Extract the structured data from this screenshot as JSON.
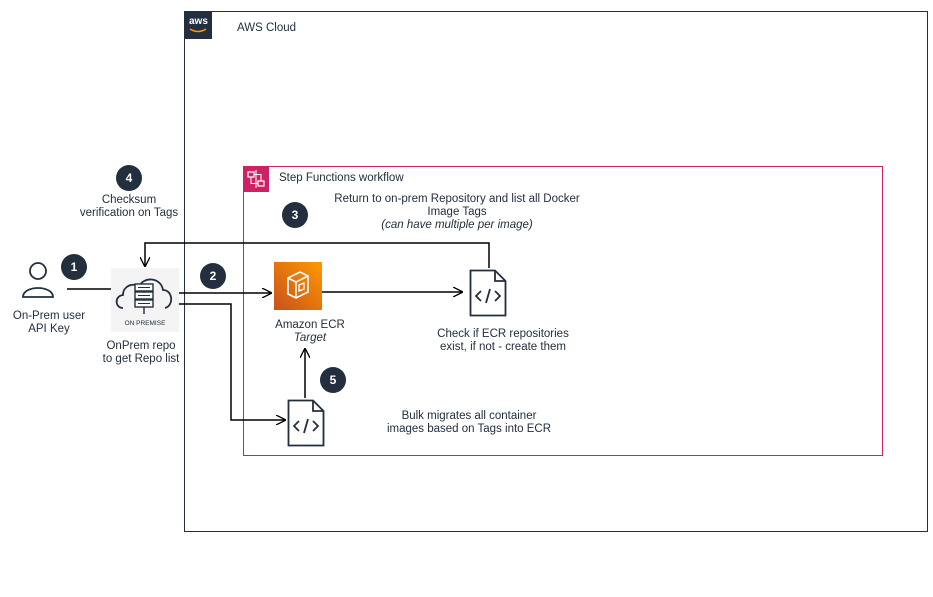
{
  "colors": {
    "aws_dark": "#232f3e",
    "step_functions": "#cd2264",
    "ecr_orange_dark": "#c8511b",
    "ecr_orange_light": "#ff9900"
  },
  "icons": {
    "aws_logo": "aws-logo-icon",
    "step_functions": "step-functions-icon",
    "user": "user-icon",
    "on_premise": "on-premise-server-icon",
    "ecr": "amazon-ecr-icon",
    "code_doc": "code-document-icon"
  },
  "aws_cloud": {
    "logo_text": "aws",
    "label": "AWS  Cloud"
  },
  "step_functions": {
    "label": "Step Functions workflow"
  },
  "user": {
    "line1": "On-Prem user",
    "line2": "API Key"
  },
  "onprem": {
    "icon_caption": "ON PREMISE",
    "line1": "OnPrem repo",
    "line2": "to get Repo list"
  },
  "ecr": {
    "name": "Amazon ECR",
    "role": "Target"
  },
  "steps": {
    "s1": {
      "number": "1"
    },
    "s2": {
      "number": "2"
    },
    "s3": {
      "number": "3",
      "line1": "Return to  on-prem Repository and list all Docker",
      "line2": "Image Tags",
      "line3": "(can have multiple per image)"
    },
    "s4": {
      "number": "4",
      "line1": "Checksum",
      "line2": "verification on Tags"
    },
    "s5": {
      "number": "5"
    }
  },
  "check_repos": {
    "line1": "Check if ECR repositories",
    "line2": "exist, if not - create them"
  },
  "bulk_migrate": {
    "line1": "Bulk migrates all container",
    "line2": "images based on Tags into ECR"
  }
}
